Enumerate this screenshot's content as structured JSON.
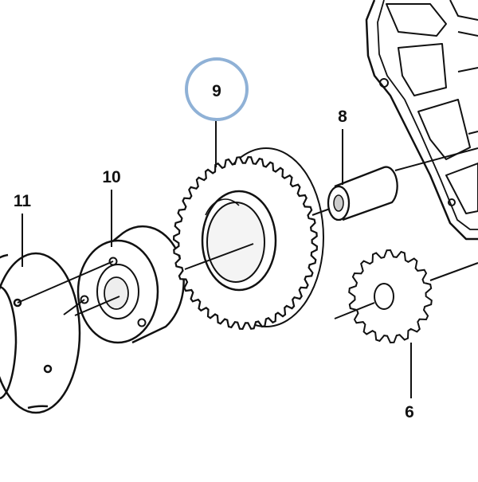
{
  "diagram": {
    "parts": [
      {
        "id": "6",
        "label": "6",
        "name": "small-gear"
      },
      {
        "id": "8",
        "label": "8",
        "name": "bushing-sleeve"
      },
      {
        "id": "9",
        "label": "9",
        "name": "large-idler-gear"
      },
      {
        "id": "10",
        "label": "10",
        "name": "hub-flange"
      },
      {
        "id": "11",
        "label": "11",
        "name": "end-plate"
      }
    ],
    "highlight": {
      "part": "9",
      "color": "#8fb1d6"
    },
    "colors": {
      "line": "#111111",
      "background": "#ffffff"
    }
  }
}
